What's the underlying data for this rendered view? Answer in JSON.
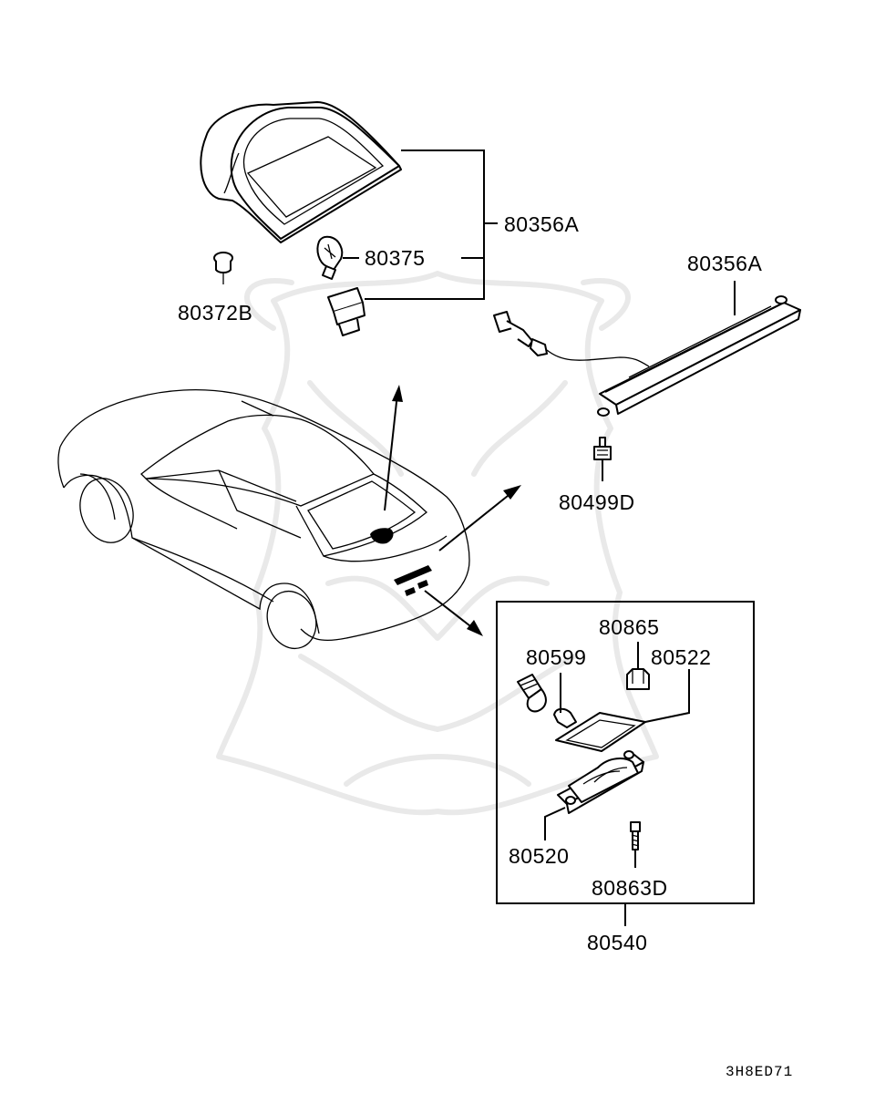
{
  "parts": {
    "p80356a_top": "80356A",
    "p80356a_bar": "80356A",
    "p80375": "80375",
    "p80372b": "80372B",
    "p80499d": "80499D",
    "p80865": "80865",
    "p80599": "80599",
    "p80522": "80522",
    "p80520": "80520",
    "p80863d": "80863D",
    "p80540": "80540"
  },
  "diagram_code": "3H8ED71",
  "colors": {
    "line": "#000000",
    "background": "#ffffff",
    "watermark": "#e9e9e9"
  },
  "icons": [
    "car-outline",
    "high-mount-stop-lamp",
    "bulb",
    "socket",
    "grommet",
    "led-stop-bar",
    "screw",
    "license-lamp",
    "gasket",
    "clip",
    "watermark-logo"
  ]
}
